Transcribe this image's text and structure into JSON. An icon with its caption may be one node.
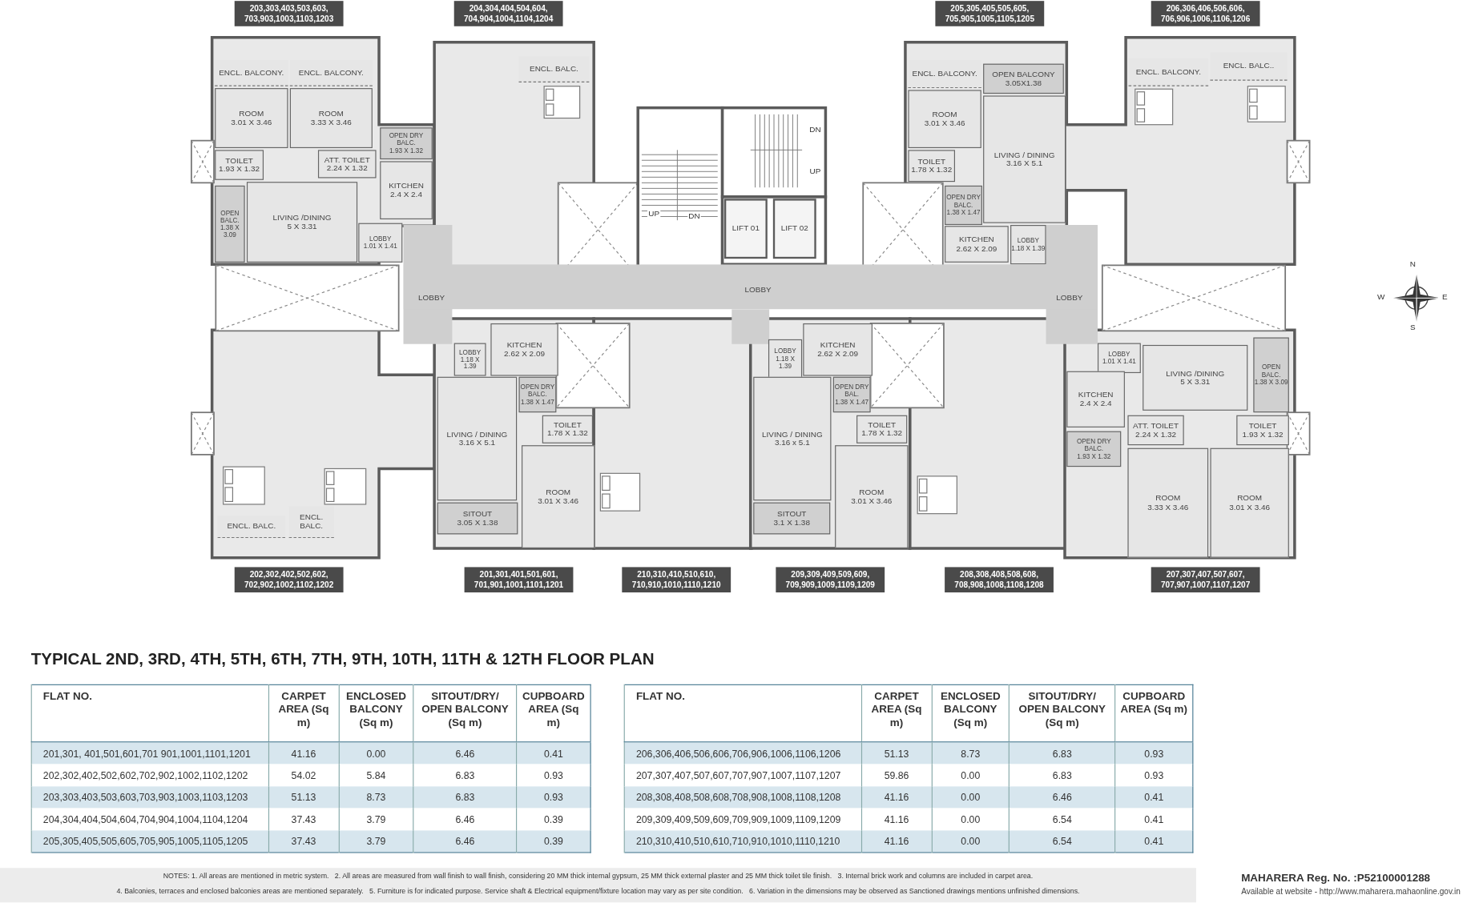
{
  "diagram": {
    "title": "TYPICAL 2ND, 3RD, 4TH, 5TH, 6TH, 7TH, 9TH, 10TH, 11TH & 12TH FLOOR PLAN",
    "nodes": [
      {
        "text": [
          "203,303,403,503,603, 703,903,1003,1103,1203"
        ]
      },
      {
        "text": [
          "204,304,404,504,604, 704,904,1004,1104,1204"
        ]
      },
      {
        "text": [
          "205,305,405,505,605, 705,905,1005,1105,1205"
        ]
      },
      {
        "text": [
          "206,306,406,506,606, 706,906,1006,1106,1206"
        ]
      },
      {
        "text": [
          "ENCL. BALCONY."
        ]
      },
      {
        "text": [
          "ENCL. BALCONY."
        ]
      },
      {
        "text": [
          "ROOM",
          "3.01 X 3.46"
        ]
      },
      {
        "text": [
          "ROOM",
          "3.33 X 3.46"
        ]
      },
      {
        "text": [
          "OPEN DRY BALC.",
          "1.93 X 1.32"
        ]
      },
      {
        "text": [
          "TOILET",
          "1.93 X 1.32"
        ]
      },
      {
        "text": [
          "ATT. TOILET",
          "2.24 X 1.32"
        ]
      },
      {
        "text": [
          "KITCHEN",
          "2.4 X 2.4"
        ]
      },
      {
        "text": [
          "OPEN BALC.",
          "1.38 X 3.09"
        ]
      },
      {
        "text": [
          "LIVING /DINING",
          "5 X 3.31"
        ]
      },
      {
        "text": [
          "LOBBY",
          "1.01 X 1.41"
        ]
      },
      {
        "text": [
          "ENCL. BALC."
        ]
      },
      {
        "text": [
          "ENCL. BALCONY."
        ]
      },
      {
        "text": [
          "OPEN BALCONY",
          "3.05X1.38"
        ]
      },
      {
        "text": [
          "ROOM",
          "3.01 X 3.46"
        ]
      },
      {
        "text": [
          "LIVING / DINING",
          "3.16 X 5.1"
        ]
      },
      {
        "text": [
          "TOILET",
          "1.78 X 1.32"
        ]
      },
      {
        "text": [
          "ENCL. BALCONY."
        ]
      },
      {
        "text": [
          "ENCL. BALC.."
        ]
      },
      {
        "text": [
          "OPEN DRY BALC.",
          "1.38 X 1.47"
        ]
      },
      {
        "text": [
          "LIFT 01"
        ]
      },
      {
        "text": [
          "LIFT 02"
        ]
      },
      {
        "text": [
          "KITCHEN",
          "2.62 X 2.09"
        ]
      },
      {
        "text": [
          "LOBBY",
          "1.18 X 1.39"
        ]
      },
      {
        "text": [
          "LOBBY",
          "LOBBY",
          "LOBBY"
        ]
      },
      {
        "text": [
          "LOBBY",
          "1.18 X 1.39"
        ]
      },
      {
        "text": [
          "KITCHEN",
          "2.62 X 2.09"
        ]
      },
      {
        "text": [
          "LOBBY",
          "1.18 X 1.39"
        ]
      },
      {
        "text": [
          "KITCHEN",
          "2.62 X 2.09"
        ]
      },
      {
        "text": [
          "LOBBY",
          "1.01 X 1.41"
        ]
      },
      {
        "text": [
          "LIVING /DINING",
          "5 X 3.31"
        ]
      },
      {
        "text": [
          "OPEN BALC.",
          "1.38 X 3.09"
        ]
      },
      {
        "text": [
          "OPEN DRY BALC.",
          "1.38 X 1.47"
        ]
      },
      {
        "text": [
          "LIVING / DINING",
          "3.16 X 5.1"
        ]
      },
      {
        "text": [
          "OPEN DRY BAL.",
          "1.38 X 1.47"
        ]
      },
      {
        "text": [
          "LIVING / DINING",
          "3.16 x 5.1"
        ]
      },
      {
        "text": [
          "KITCHEN",
          "2.4 X 2.4"
        ]
      },
      {
        "text": [
          "TOILET",
          "1.78 X 1.32"
        ]
      },
      {
        "text": [
          "TOILET",
          "1.78 X 1.32"
        ]
      },
      {
        "text": [
          "ATT. TOILET",
          "2.24 X 1.32"
        ]
      },
      {
        "text": [
          "TOILET",
          "1.93 X 1.32"
        ]
      },
      {
        "text": [
          "OPEN DRY BALC.",
          "1.93 X 1.32"
        ]
      },
      {
        "text": [
          "ROOM",
          "3.01 X 3.46"
        ]
      },
      {
        "text": [
          "ROOM",
          "3.01 X 3.46"
        ]
      },
      {
        "text": [
          "ROOM",
          "3.33 X 3.46"
        ]
      },
      {
        "text": [
          "ROOM",
          "3.01 X 3.46"
        ]
      },
      {
        "text": [
          "SITOUT",
          "3.05 X 1.38"
        ]
      },
      {
        "text": [
          "SITOUT",
          "3.1 X 1.38"
        ]
      },
      {
        "text": [
          "ENCL. BALC."
        ]
      },
      {
        "text": [
          "ENCL. BALC."
        ]
      },
      {
        "text": [
          "202,302,402,502,602, 702,902,1002,1102,1202"
        ]
      },
      {
        "text": [
          "201,301,401,501,601, 701,901,1001,1101,1201"
        ]
      },
      {
        "text": [
          "210,310,410,510,610, 710,910,1010,1110,1210"
        ]
      },
      {
        "text": [
          "209,309,409,509,609, 709,909,1009,1109,1209"
        ]
      },
      {
        "text": [
          "208,308,408,508,608, 708,908,1008,1108,1208"
        ]
      },
      {
        "text": [
          "207,307,407,507,607, 707,907,1007,1107,1207"
        ]
      }
    ],
    "labels": [
      "DN",
      "UP",
      "UP",
      "DN",
      "N",
      "W",
      "E",
      "S",
      "FLAT NO.",
      "CARPET AREA (Sq m)",
      "ENCLOSED BALCONY (Sq m)",
      "SITOUT/DRY/ OPEN BALCONY (Sq m)",
      "CUPBOARD AREA (Sq m)",
      "201,301, 401,501,601,701 901,1001,1101,1201",
      "41.16",
      "0.00",
      "6.46",
      "0.41",
      "202,302,402,502,602,702,902,1002,1102,1202",
      "54.02",
      "5.84",
      "6.83",
      "0.93",
      "203,303,403,503,603,703,903,1003,1103,1203",
      "51.13",
      "8.73",
      "6.83",
      "0.93",
      "204,304,404,504,604,704,904,1004,1104,1204",
      "37.43",
      "3.79",
      "6.46",
      "0.39",
      "205,305,405,505,605,705,905,1005,1105,1205",
      "37.43",
      "3.79",
      "6.46",
      "0.39",
      "FLAT NO.",
      "CARPET AREA (Sq m)",
      "ENCLOSED BALCONY (Sq m)",
      "SITOUT/DRY/ OPEN BALCONY (Sq m)",
      "CUPBOARD AREA (Sq m)",
      "206,306,406,506,606,706,906,1006,1106,1206",
      "51.13",
      "8.73",
      "6.83",
      "0.93",
      "207,307,407,507,607,707,907,1007,1107,1207",
      "59.86",
      "0.00",
      "6.83",
      "0.93",
      "208,308,408,508,608,708,908,1008,1108,1208",
      "41.16",
      "0.00",
      "6.46",
      "0.41",
      "209,309,409,509,609,709,909,1009,1109,1209",
      "41.16",
      "0.00",
      "6.54",
      "0.41",
      "210,310,410,510,610,710,910,1010,1110,1210",
      "41.16",
      "0.00",
      "6.54",
      "0.41",
      "NOTES: 1. All areas are mentioned in metric system.   2. All areas are measured from wall finish to wall finish, considering 20 MM thick internal gypsum, 25 MM thick external plaster and 25 MM thick toilet tile finish.   3. Internal brick work and columns are included in carpet area.",
      "4. Balconies, terraces and enclosed balconies areas are mentioned separately.   5. Furniture is for indicated purpose. Service shaft & Electrical equipment/fixture location may vary as per site condition.   6. Variation in the dimensions may be observed as Sanctioned drawings mentions unfinished dimensions.",
      "MAHARERA Reg. No. :P52100001288",
      "Available at website - http://www.maharera.mahaonline.gov.in"
    ]
  }
}
